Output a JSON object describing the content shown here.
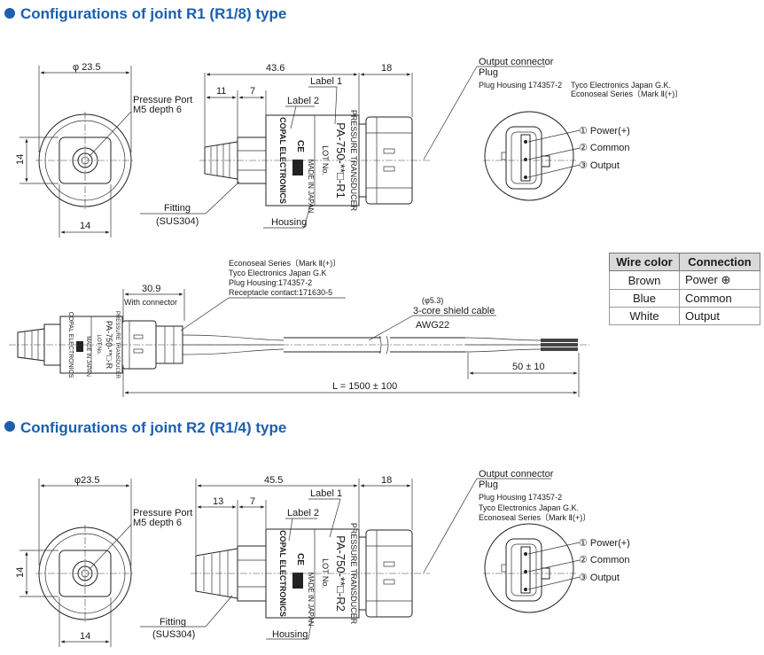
{
  "section_r1": {
    "bullet_color": "#1b5fae",
    "title": "Configurations of joint R1 (R1/8) type",
    "dims": {
      "diameter": "φ 23.5",
      "body_length": "43.6",
      "connector_length": "18",
      "d11": "11",
      "d7": "7",
      "height14": "14",
      "width14": "14"
    },
    "labels": {
      "pressure_port_1": "Pressure Port",
      "pressure_port_2": "M5 depth 6",
      "label1": "Label 1",
      "label2": "Label 2",
      "fitting_1": "Fitting",
      "fitting_2": "(SUS304)",
      "housing": "Housing",
      "output_connector": "Output connector",
      "plug": "Plug",
      "plug_housing": "Plug Housing 174357-2",
      "tyco_1": "Tyco Electronics Japan G.K.",
      "tyco_2": "Econoseal Series〔Mark Ⅱ(+)〕",
      "pin1": "① Power(+)",
      "pin2": "② Common",
      "pin3": "③ Output"
    },
    "label_text": {
      "pressure_transducer": "PRESSURE TRANSDUCER",
      "model": "PA-750-**□-R1",
      "lot": "LOT No.",
      "copal": "COPAL ELECTRONICS",
      "made_in_japan": "MADE IN JAPAN",
      "ce": "CE"
    }
  },
  "cable": {
    "econoseal": "Econoseal Series〔Mark Ⅱ(+)〕",
    "tyco": "Tyco Electronics Japan G.K",
    "plug_housing": "Plug Housing:174357-2",
    "receptacle": "Receptacle contact:171630-5",
    "with_conn_len": "30.9",
    "with_connector": "With connector",
    "cable_dia": "(φ5.3)",
    "cable_desc": "3-core shield cable",
    "awg": "AWG22",
    "strip_len": "50 ± 10",
    "total_len": "L = 1500 ± 100",
    "side_label": {
      "copal": "COPAL ELECTRONICS",
      "model": "PA-750-**□-R",
      "lot": "LOT No.",
      "pressure_transducer": "PRESSURE TRANSDUCER",
      "made_in_japan": "MADE IN JAPAN"
    }
  },
  "wire_table": {
    "headers": [
      "Wire color",
      "Connection"
    ],
    "rows": [
      [
        "Brown",
        "Power ⊕"
      ],
      [
        "Blue",
        "Common"
      ],
      [
        "White",
        "Output"
      ]
    ]
  },
  "section_r2": {
    "bullet_color": "#1b5fae",
    "title": "Configurations of joint R2 (R1/4) type",
    "dims": {
      "diameter": "φ23.5",
      "body_length": "45.5",
      "connector_length": "18",
      "d13": "13",
      "d7": "7",
      "height14": "14",
      "width14": "14"
    },
    "labels": {
      "pressure_port_1": "Pressure Port",
      "pressure_port_2": "M5 depth 6",
      "label1": "Label 1",
      "label2": "Label 2",
      "fitting_1": "Fitting",
      "fitting_2": "(SUS304)",
      "housing": "Housing",
      "output_connector": "Output connector",
      "plug": "Plug",
      "plug_housing": "Plug Housing 174357-2",
      "tyco_1": "Tyco Electronics Japan G.K.",
      "tyco_2": "Econoseal Series〔Mark Ⅱ(+)〕",
      "pin1": "① Power(+)",
      "pin2": "② Common",
      "pin3": "③ Output"
    },
    "label_text": {
      "pressure_transducer": "PRESSURE TRANSDUCER",
      "model": "PA-750-**□-R2",
      "lot": "LOT No.",
      "copal": "COPAL ELECTRONICS",
      "made_in_japan": "MADE IN JAPAN",
      "ce": "CE"
    }
  }
}
